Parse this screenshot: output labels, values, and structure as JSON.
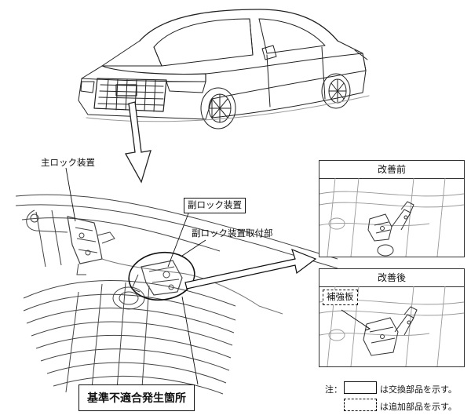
{
  "labels": {
    "main_lock": "主ロック装置",
    "sub_lock": "副ロック装置",
    "sub_lock_mount": "副ロック装置取付部",
    "nonconforming_location": "基準不適合発生箇所",
    "reinforcement_plate": "補強板"
  },
  "panels": {
    "before_title": "改善前",
    "after_title": "改善後"
  },
  "legend": {
    "note_prefix": "注：",
    "replaced_text": "は交換部品を示す。",
    "added_text": "は追加部品を示す。"
  }
}
